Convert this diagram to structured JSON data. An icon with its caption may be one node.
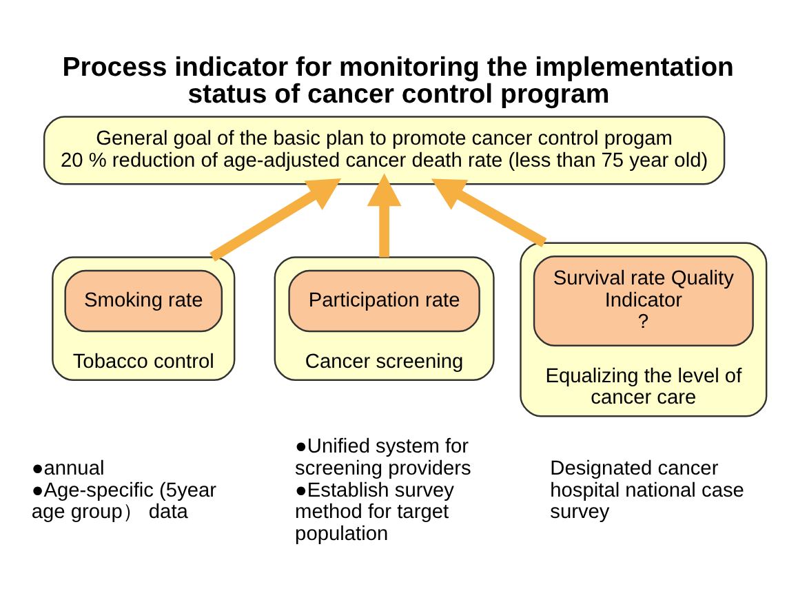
{
  "diagram": {
    "title": "Process indicator for monitoring the implementation status of cancer control program",
    "nodes": [
      {
        "text": [
          "General goal of the basic plan to promote cancer control progam",
          "20 % reduction of age-adjusted cancer death rate (less than 75 year old)"
        ]
      },
      {
        "text": [
          "Tobacco control"
        ],
        "beside": [
          "●annual",
          "●Age-specific (5year age group） data"
        ]
      },
      {
        "text": [
          "Smoking rate"
        ],
        "in": 1
      },
      {
        "text": [
          "Cancer screening"
        ],
        "beside": [
          "●Unified system for screening providers",
          "●Establish survey method for target population"
        ]
      },
      {
        "text": [
          "Participation rate"
        ],
        "in": 3
      },
      {
        "text": [
          "Equalizing the level of cancer care"
        ],
        "beside": [
          "Designated cancer hospital national case survey"
        ]
      },
      {
        "text": [
          "Survival rate Quality Indicator",
          "？"
        ],
        "in": 5
      }
    ],
    "edges": [
      {
        "from": 1,
        "to": 0,
        "arrow": "to"
      },
      {
        "from": 3,
        "to": 0,
        "arrow": "to"
      },
      {
        "from": 5,
        "to": 0,
        "arrow": "to"
      }
    ]
  }
}
